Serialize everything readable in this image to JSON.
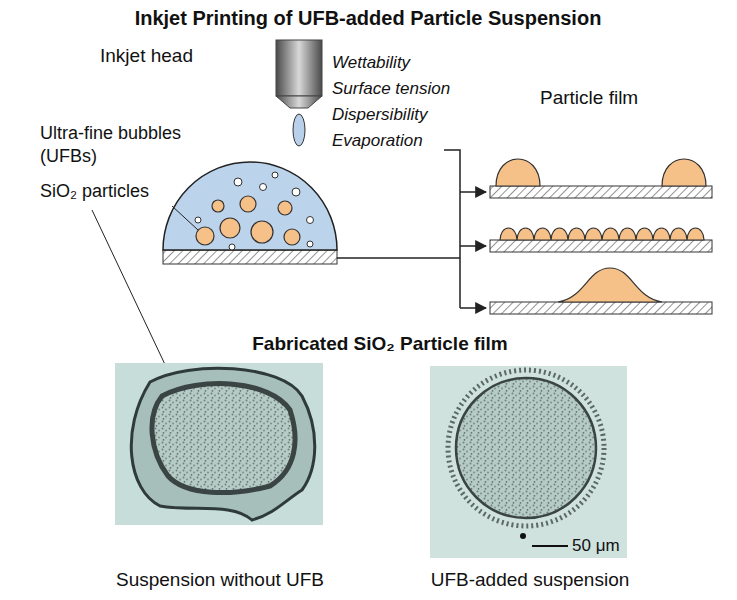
{
  "diagram": {
    "title": "Inkjet Printing of UFB-added Particle Suspension",
    "labels": [
      "Inkjet head",
      "Wettability",
      "Surface tension",
      "Dispersibility",
      "Evaporation",
      "Particle film",
      "Ultra-fine bubbles (UFBs)",
      "SiO₂ particles",
      "Fabricated SiO₂ Particle film",
      "50 μm",
      "Suspension without UFB",
      "UFB-added suspension"
    ]
  }
}
